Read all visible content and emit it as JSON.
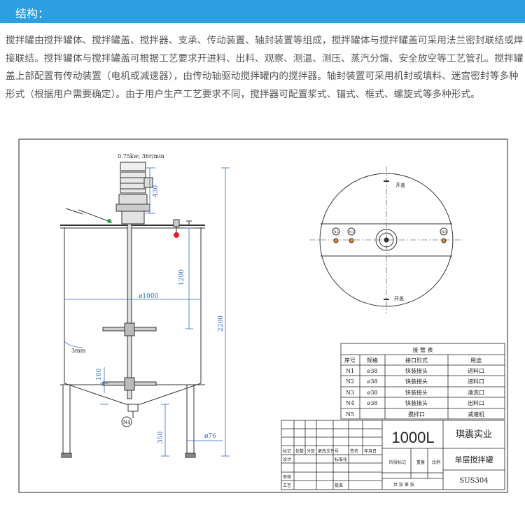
{
  "header": {
    "title": "结构："
  },
  "intro_text": "搅拌罐由搅拌罐体、搅拌罐盖、搅拌器、支承、传动装置、轴封装置等组成，搅拌罐体与搅拌罐盖可采用法兰密封联结或焊接联结。搅拌罐体与搅拌罐盖可根据工艺要求开进料、出料、观察、测温、测压、蒸汽分馏、安全放空等工艺管孔。搅拌罐盖上部配置有传动装置（电机或减速器），由传动轴驱动搅拌罐内的搅拌器。轴封装置可采用机封或填料、迷宫密封等多种形式（根据用户需要确定）。由于用户生产工艺要求不同，搅拌器可配置浆式、锚式、框式、螺旋式等多种形式。",
  "drawing": {
    "motor_spec": "0.75kw; 36r/min",
    "dims": {
      "motor_height": "430",
      "upper_height": "1200",
      "total_height": "2200",
      "diameter": "ø1000",
      "wall": "3mm",
      "cone": "160",
      "leg_height": "350",
      "leg_diameter": "ø76"
    },
    "nozzle_n4": "N4",
    "top_view": {
      "open_label_top": "开盖",
      "open_label_bottom": "开盖",
      "nozzles": [
        "N2",
        "N1",
        "N3"
      ]
    },
    "pipe_table": {
      "title": "接 管 表",
      "headers": [
        "序号",
        "规格",
        "接口形式",
        "用途"
      ],
      "rows": [
        [
          "N1",
          "ø38",
          "快装接头",
          "进料口"
        ],
        [
          "N2",
          "ø38",
          "快装接头",
          "进料口"
        ],
        [
          "N3",
          "ø38",
          "快装接头",
          "清洗口"
        ],
        [
          "N4",
          "ø38",
          "快装接头",
          "出料口"
        ],
        [
          "N5",
          "",
          "搅拌口",
          "减速机"
        ]
      ]
    },
    "title_block": {
      "volume": "1000L",
      "company": "琪震实业",
      "product": "单层搅拌罐",
      "material": "SUS304",
      "rev_headers": [
        "标记",
        "处数",
        "分区",
        "更改文件号",
        "签名",
        "年月日"
      ],
      "design": "设计",
      "standard": "标准化",
      "stage": "阶段标记",
      "weight": "重量",
      "scale": "比例",
      "review": "审核",
      "process": "工艺",
      "approve": "批准",
      "sheets": "共  张  第  张"
    }
  }
}
